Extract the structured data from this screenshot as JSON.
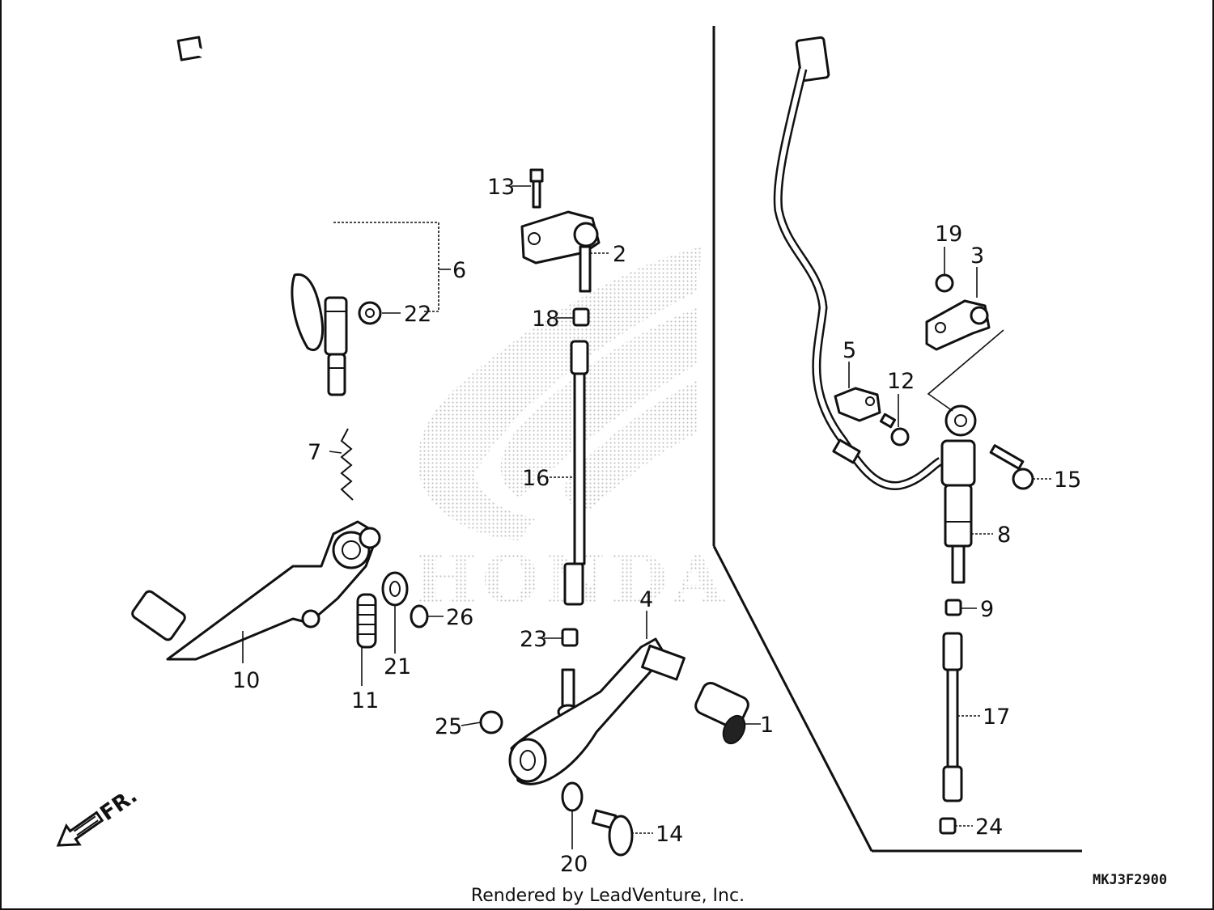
{
  "diagram": {
    "watermark_text": "HONDA",
    "part_code": "MKJ3F2900",
    "credit": "Rendered by LeadVenture, Inc.",
    "front_indicator": "FR.",
    "callouts": {
      "c1": "1",
      "c2": "2",
      "c3": "3",
      "c4": "4",
      "c5": "5",
      "c6": "6",
      "c7": "7",
      "c8": "8",
      "c9": "9",
      "c10": "10",
      "c11": "11",
      "c12": "12",
      "c13": "13",
      "c14": "14",
      "c15": "15",
      "c16": "16",
      "c17": "17",
      "c18": "18",
      "c19": "19",
      "c20": "20",
      "c21": "21",
      "c22": "22",
      "c23": "23",
      "c24": "24",
      "c25": "25",
      "c26": "26"
    },
    "colors": {
      "line": "#111111",
      "watermark": "#d9d9d9",
      "background": "#ffffff"
    }
  }
}
